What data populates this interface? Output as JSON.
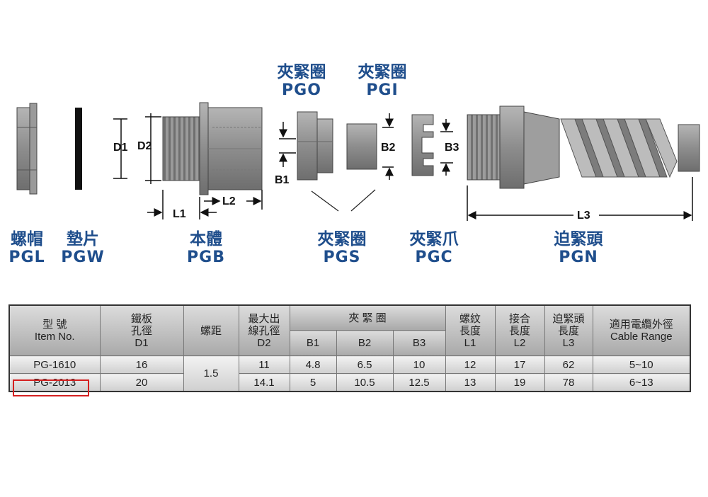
{
  "labels": {
    "pgl": {
      "zh": "螺帽",
      "code": "PGL"
    },
    "pgw": {
      "zh": "墊片",
      "code": "PGW"
    },
    "pgb": {
      "zh": "本體",
      "code": "PGB"
    },
    "pgs": {
      "zh": "夾緊圈",
      "code": "PGS"
    },
    "pgc": {
      "zh": "夾緊爪",
      "code": "PGC"
    },
    "pgn": {
      "zh": "迫緊頭",
      "code": "PGN"
    },
    "pgo": {
      "zh": "夾緊圈",
      "code": "PGO"
    },
    "pgi": {
      "zh": "夾緊圈",
      "code": "PGI"
    }
  },
  "dimensions": {
    "d1": "D1",
    "d2": "D2",
    "l1": "L1",
    "l2": "L2",
    "b1": "B1",
    "b2": "B2",
    "b3": "B3",
    "l3": "L3"
  },
  "table": {
    "headers": {
      "item_zh": "型 號",
      "item_en": "Item No.",
      "d1_zh1": "鐵板",
      "d1_zh2": "孔徑",
      "d1": "D1",
      "pitch": "螺距",
      "d2_zh1": "最大出",
      "d2_zh2": "線孔徑",
      "d2": "D2",
      "ring": "夾 緊 圈",
      "b1": "B1",
      "b2": "B2",
      "b3": "B3",
      "l1_zh1": "螺紋",
      "l1_zh2": "長度",
      "l1": "L1",
      "l2_zh1": "接合",
      "l2_zh2": "長度",
      "l2": "L2",
      "l3_zh1": "迫緊頭",
      "l3_zh2": "長度",
      "l3": "L3",
      "range_zh": "適用電纜外徑",
      "range_en": "Cable Range"
    },
    "pitch_value": "1.5",
    "rows": [
      {
        "item": "PG-1610",
        "d1": "16",
        "d2": "11",
        "b1": "4.8",
        "b2": "6.5",
        "b3": "10",
        "l1": "12",
        "l2": "17",
        "l3": "62",
        "range": "5~10"
      },
      {
        "item": "PG-2013",
        "d1": "20",
        "d2": "14.1",
        "b1": "5",
        "b2": "10.5",
        "b3": "12.5",
        "l1": "13",
        "l2": "19",
        "l3": "78",
        "range": "6~13"
      }
    ],
    "highlight_color": "#d42020"
  }
}
